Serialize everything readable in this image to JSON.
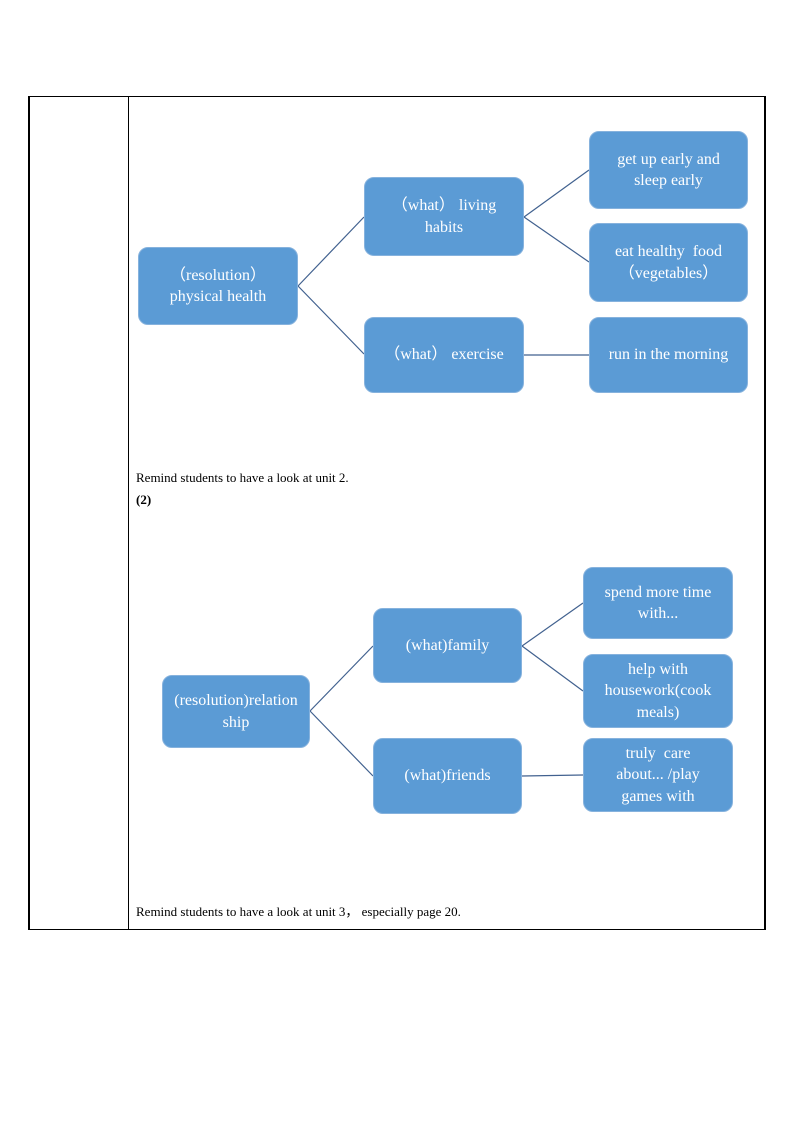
{
  "colors": {
    "node_fill": "#5B9BD5",
    "node_border": "#86B2DD",
    "connector": "#41618F",
    "table_border": "#000000"
  },
  "paragraphs": {
    "note_unit2": "Remind students to have a look at unit 2.",
    "item_label": "(2)",
    "note_unit3": "Remind students to have a look at unit 3， especially page 20."
  },
  "diagram1": {
    "root": "（resolution）\nphysical health",
    "branch_living_habits": "（what） living\nhabits",
    "branch_exercise": "（what） exercise",
    "leaf_get_up": "get up early and\nsleep early",
    "leaf_eat_healthy": "eat healthy  food\n（vegetables）",
    "leaf_run": "run in the morning"
  },
  "diagram2": {
    "root": "(resolution)relation\nship",
    "branch_family": "(what)family",
    "branch_friends": "(what)friends",
    "leaf_spend_time": "spend more time\nwith...",
    "leaf_help_housework": "help with\nhousework(cook\nmeals)",
    "leaf_truly_care": "truly  care\nabout... /play\ngames with"
  }
}
